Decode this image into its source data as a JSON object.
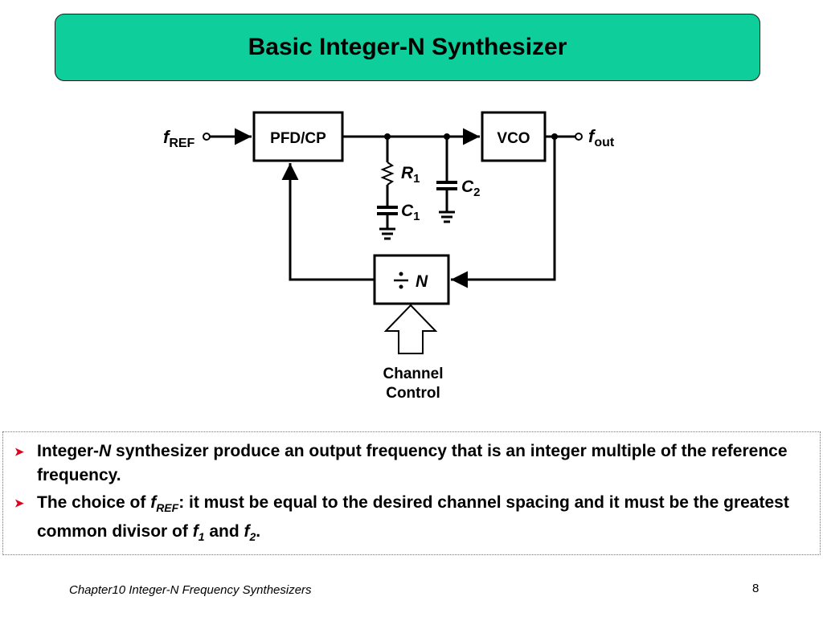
{
  "title": "Basic Integer-N Synthesizer",
  "diagram": {
    "f_ref": {
      "base": "f",
      "sub": "REF"
    },
    "f_out": {
      "base": "f",
      "sub": "out"
    },
    "pfd_cp": "PFD/CP",
    "vco": "VCO",
    "r1": {
      "base": "R",
      "sub": "1"
    },
    "c1": {
      "base": "C",
      "sub": "1"
    },
    "c2": {
      "base": "C",
      "sub": "2"
    },
    "divider": "N",
    "channel_control": [
      "Channel",
      "Control"
    ]
  },
  "bullets": [
    {
      "prefix": "Integer-",
      "italic": "N",
      "rest": " synthesizer produce an output frequency that is an integer multiple of the reference frequency."
    },
    {
      "prefix": "The choice of ",
      "f1": "f",
      "f1_sub": "REF",
      "mid": ": it must be equal to the desired channel spacing and it must be the greatest common divisor of ",
      "f2": "f",
      "f2_sub": "1",
      "and": " and ",
      "f3": "f",
      "f3_sub": "2",
      "end": "."
    }
  ],
  "footer": "Chapter10 Integer-N Frequency Synthesizers",
  "page_number": "8",
  "colors": {
    "title_bg": "#0ecf9c",
    "bullet_arrow": "#e0001a"
  }
}
